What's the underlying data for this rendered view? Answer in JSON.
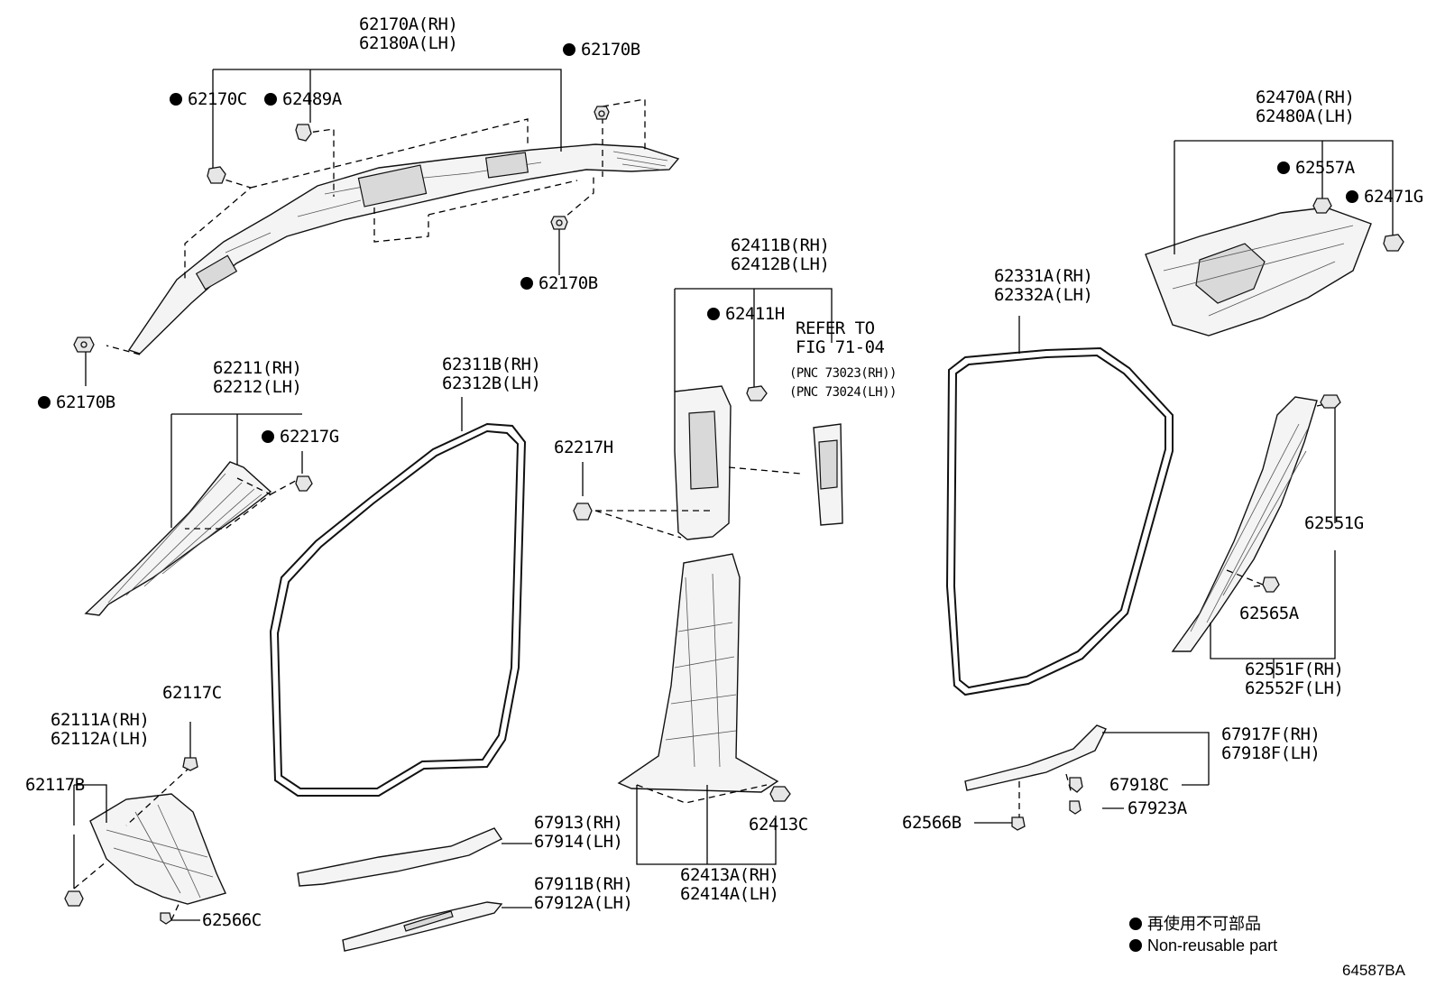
{
  "parts": {
    "p62170A": [
      "62170A(RH)",
      "62180A(LH)"
    ],
    "p62170B_top": "62170B",
    "p62170C": "62170C",
    "p62489A": "62489A",
    "p62170B_mid": "62170B",
    "p62170B_left": "62170B",
    "p62211": [
      "62211(RH)",
      "62212(LH)"
    ],
    "p62217G": "62217G",
    "p62311B": [
      "62311B(RH)",
      "62312B(LH)"
    ],
    "p62411B": [
      "62411B(RH)",
      "62412B(LH)"
    ],
    "p62411H": "62411H",
    "refer": [
      "REFER TO",
      "FIG 71-04",
      "(PNC 73023(RH))",
      "(PNC 73024(LH))"
    ],
    "p62217H": "62217H",
    "p62331A": [
      "62331A(RH)",
      "62332A(LH)"
    ],
    "p62470A": [
      "62470A(RH)",
      "62480A(LH)"
    ],
    "p62557A": "62557A",
    "p62471G": "62471G",
    "p62551G": "62551G",
    "p62565A": "62565A",
    "p62551F": [
      "62551F(RH)",
      "62552F(LH)"
    ],
    "p62117C": "62117C",
    "p62111A": [
      "62111A(RH)",
      "62112A(LH)"
    ],
    "p62117B": "62117B",
    "p62566C": "62566C",
    "p67913": [
      "67913(RH)",
      "67914(LH)"
    ],
    "p67911B": [
      "67911B(RH)",
      "67912A(LH)"
    ],
    "p62413C": "62413C",
    "p62413A": [
      "62413A(RH)",
      "62414A(LH)"
    ],
    "p67917F": [
      "67917F(RH)",
      "67918F(LH)"
    ],
    "p67918C": "67918C",
    "p67923A": "67923A",
    "p62566B": "62566B"
  },
  "legend": {
    "japanese": "再使用不可部品",
    "english": "Non-reusable part"
  },
  "figure_code": "64587BA"
}
